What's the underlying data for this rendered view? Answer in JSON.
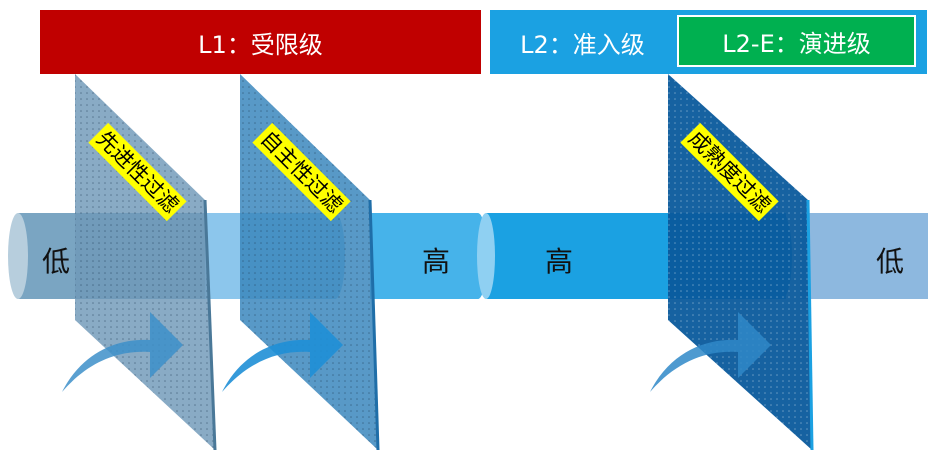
{
  "headers": {
    "l1": "L1：受限级",
    "l2": "L2：准入级",
    "l2e": "L2-E：演进级"
  },
  "filters": {
    "advanced": "先进性过滤",
    "autonomy": "自主性过滤",
    "maturity": "成熟度过滤"
  },
  "levels": {
    "left_start": "低",
    "mid_right": "高",
    "mid_left": "高",
    "right_end": "低"
  },
  "colors": {
    "l1": "#c00000",
    "l2": "#1ba1e2",
    "l2e": "#00b050",
    "tag": "#ffff00"
  }
}
